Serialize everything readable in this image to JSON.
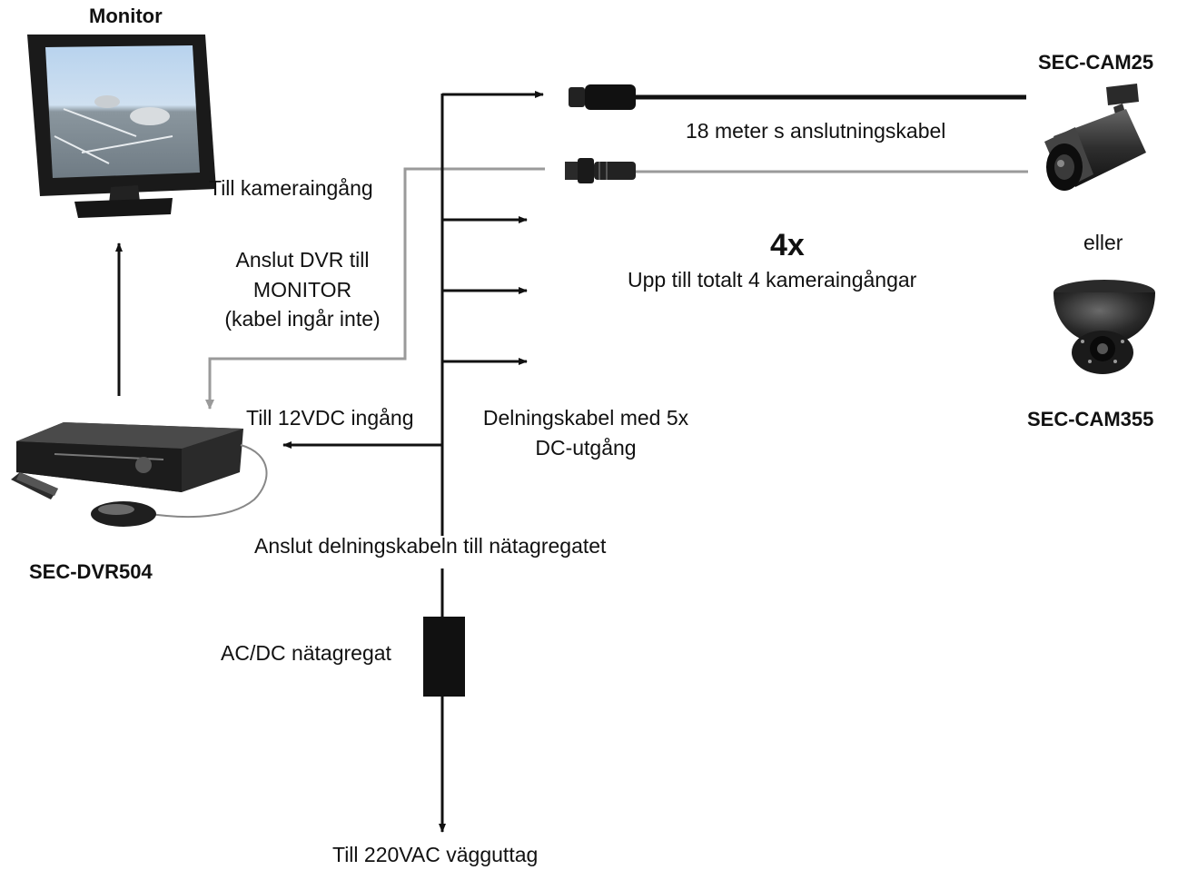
{
  "labels": {
    "monitor": "Monitor",
    "till_kameraingang": "Till kameraingång",
    "anslut_dvr_line1": "Anslut DVR till",
    "anslut_dvr_line2": "MONITOR",
    "anslut_dvr_line3": "(kabel ingår inte)",
    "till_12vdc": "Till 12VDC ingång",
    "delningskabel_line1": "Delningskabel med 5x",
    "delningskabel_line2": "DC-utgång",
    "sec_dvr": "SEC-DVR504",
    "anslut_delning": "Anslut delningskabeln till nätagregatet",
    "acdc": "AC/DC nätagregat",
    "till_220": "Till 220VAC vägguttag",
    "cable_length": "18 meter s anslutningskabel",
    "count": "4x",
    "upp_till": "Upp till totalt 4 kameraingångar",
    "cam25": "SEC-CAM25",
    "eller": "eller",
    "cam355": "SEC-CAM355"
  },
  "colors": {
    "line": "#111111",
    "video_cable": "#9a9a9a",
    "screen_sky": "#a9c7e6",
    "screen_ground": "#7e8a93"
  },
  "icons": [
    "monitor-icon",
    "dvr-icon",
    "remote-icon",
    "mouse-icon",
    "bullet-camera-icon",
    "dome-camera-icon",
    "power-adapter-icon",
    "dc-plug-icon",
    "bnc-plug-icon"
  ]
}
